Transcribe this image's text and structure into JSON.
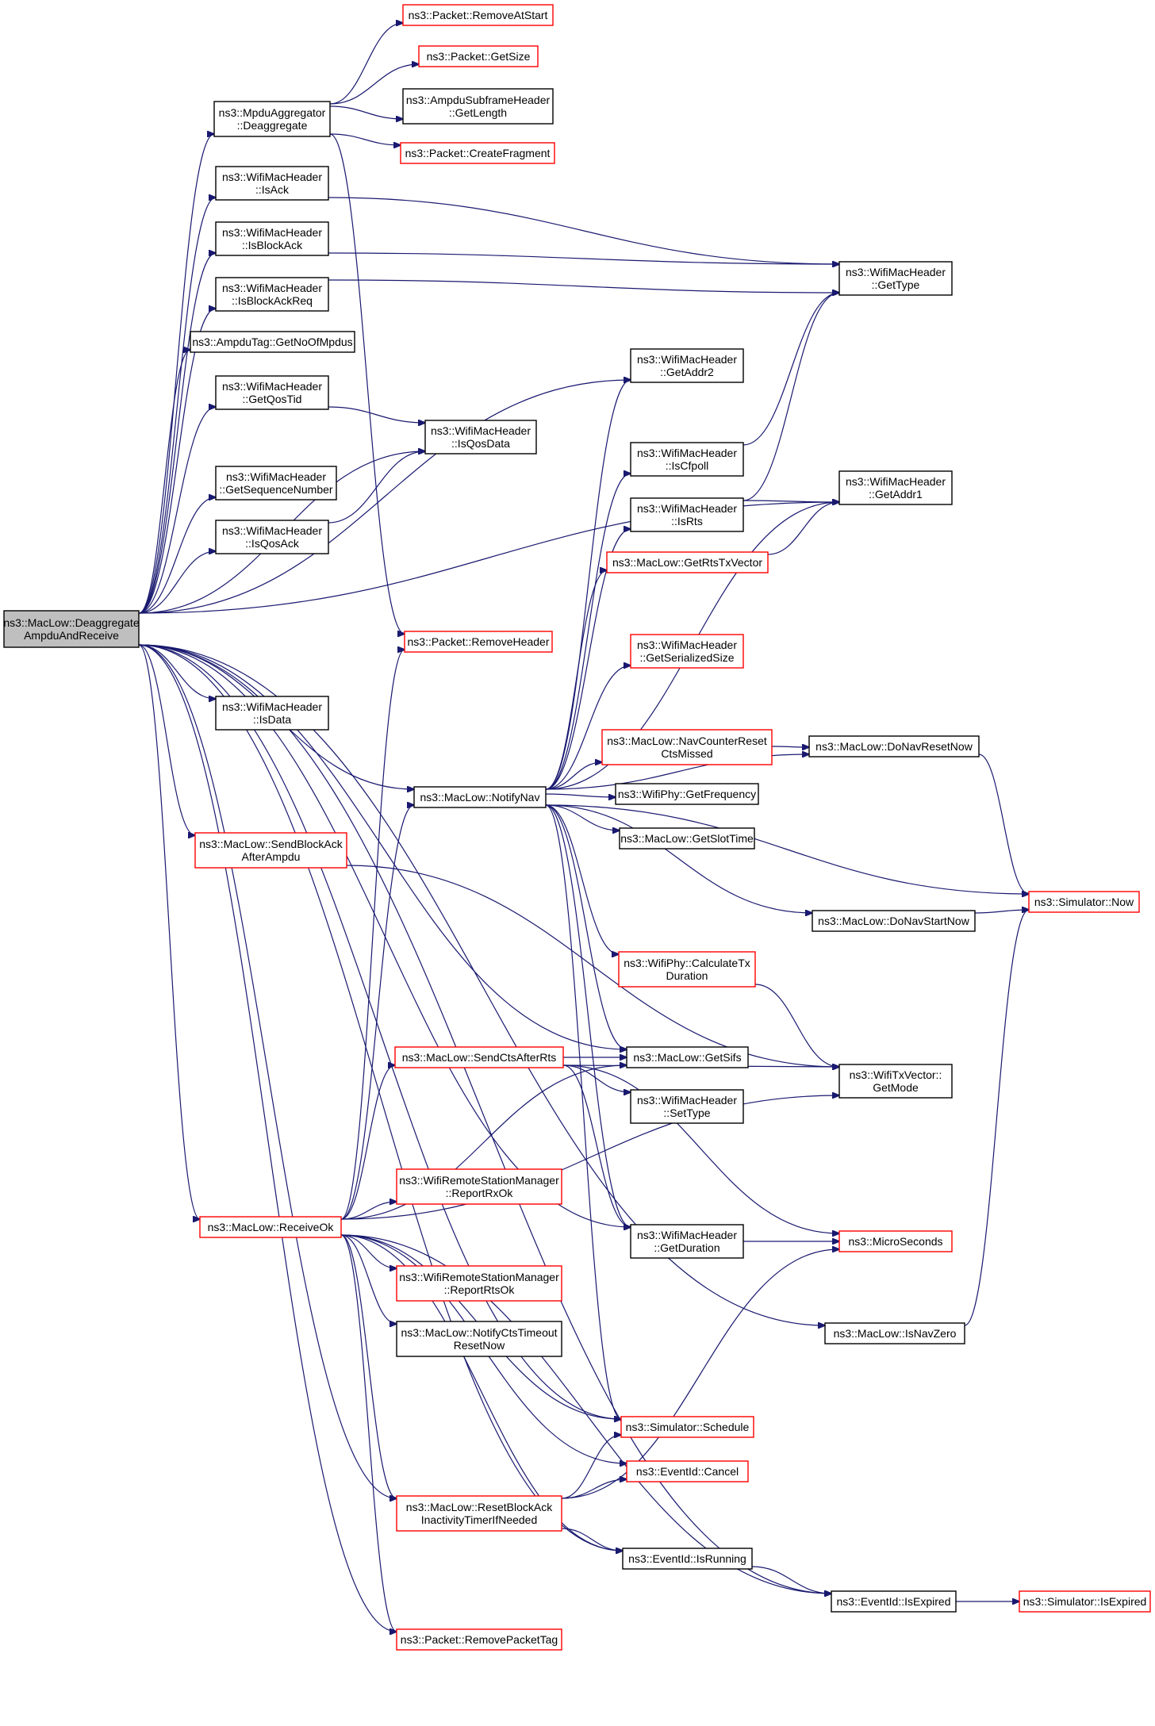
{
  "graph": {
    "colors": {
      "edge": "#191970",
      "node_border": "#000000",
      "node_border_red": "#ff0000",
      "root_fill": "#bfbfbf",
      "node_fill": "#ffffff"
    },
    "nodes": [
      {
        "id": "root",
        "lines": [
          "ns3::MacLow::Deaggregate",
          "AmpduAndReceive"
        ],
        "style": "root"
      },
      {
        "id": "mpduagg",
        "lines": [
          "ns3::MpduAggregator",
          "::Deaggregate"
        ],
        "style": "black"
      },
      {
        "id": "isack",
        "lines": [
          "ns3::WifiMacHeader",
          "::IsAck"
        ],
        "style": "black"
      },
      {
        "id": "isblockack",
        "lines": [
          "ns3::WifiMacHeader",
          "::IsBlockAck"
        ],
        "style": "black"
      },
      {
        "id": "isblockackreq",
        "lines": [
          "ns3::WifiMacHeader",
          "::IsBlockAckReq"
        ],
        "style": "black"
      },
      {
        "id": "getnoofmpdus",
        "lines": [
          "ns3::AmpduTag::GetNoOfMpdus"
        ],
        "style": "black"
      },
      {
        "id": "getqostid",
        "lines": [
          "ns3::WifiMacHeader",
          "::GetQosTid"
        ],
        "style": "black"
      },
      {
        "id": "getseqnum",
        "lines": [
          "ns3::WifiMacHeader",
          "::GetSequenceNumber"
        ],
        "style": "black"
      },
      {
        "id": "isqosack",
        "lines": [
          "ns3::WifiMacHeader",
          "::IsQosAck"
        ],
        "style": "black"
      },
      {
        "id": "isdata",
        "lines": [
          "ns3::WifiMacHeader",
          "::IsData"
        ],
        "style": "black"
      },
      {
        "id": "sendblockack",
        "lines": [
          "ns3::MacLow::SendBlockAck",
          "AfterAmpdu"
        ],
        "style": "red"
      },
      {
        "id": "receiveok",
        "lines": [
          "ns3::MacLow::ReceiveOk"
        ],
        "style": "red"
      },
      {
        "id": "removeatstart",
        "lines": [
          "ns3::Packet::RemoveAtStart"
        ],
        "style": "red"
      },
      {
        "id": "getsize",
        "lines": [
          "ns3::Packet::GetSize"
        ],
        "style": "red"
      },
      {
        "id": "ampdugetlength",
        "lines": [
          "ns3::AmpduSubframeHeader",
          "::GetLength"
        ],
        "style": "black"
      },
      {
        "id": "createfragment",
        "lines": [
          "ns3::Packet::CreateFragment"
        ],
        "style": "red"
      },
      {
        "id": "isqosdata",
        "lines": [
          "ns3::WifiMacHeader",
          "::IsQosData"
        ],
        "style": "black"
      },
      {
        "id": "removeheader",
        "lines": [
          "ns3::Packet::RemoveHeader"
        ],
        "style": "red"
      },
      {
        "id": "notifynav",
        "lines": [
          "ns3::MacLow::NotifyNav"
        ],
        "style": "black"
      },
      {
        "id": "sendctsafterrts",
        "lines": [
          "ns3::MacLow::SendCtsAfterRts"
        ],
        "style": "red"
      },
      {
        "id": "reportrxok",
        "lines": [
          "ns3::WifiRemoteStationManager",
          "::ReportRxOk"
        ],
        "style": "red"
      },
      {
        "id": "reportrtsok",
        "lines": [
          "ns3::WifiRemoteStationManager",
          "::ReportRtsOk"
        ],
        "style": "red"
      },
      {
        "id": "notifyctstimeout",
        "lines": [
          "ns3::MacLow::NotifyCtsTimeout",
          "ResetNow"
        ],
        "style": "black"
      },
      {
        "id": "resetblockack",
        "lines": [
          "ns3::MacLow::ResetBlockAck",
          "InactivityTimerIfNeeded"
        ],
        "style": "red"
      },
      {
        "id": "removepackettag",
        "lines": [
          "ns3::Packet::RemovePacketTag"
        ],
        "style": "red"
      },
      {
        "id": "getaddr2",
        "lines": [
          "ns3::WifiMacHeader",
          "::GetAddr2"
        ],
        "style": "black"
      },
      {
        "id": "iscfpoll",
        "lines": [
          "ns3::WifiMacHeader",
          "::IsCfpoll"
        ],
        "style": "black"
      },
      {
        "id": "isrts",
        "lines": [
          "ns3::WifiMacHeader",
          "::IsRts"
        ],
        "style": "black"
      },
      {
        "id": "getrtstxvector",
        "lines": [
          "ns3::MacLow::GetRtsTxVector"
        ],
        "style": "red"
      },
      {
        "id": "getserializedsize",
        "lines": [
          "ns3::WifiMacHeader",
          "::GetSerializedSize"
        ],
        "style": "red"
      },
      {
        "id": "navcounterreset",
        "lines": [
          "ns3::MacLow::NavCounterReset",
          "CtsMissed"
        ],
        "style": "red"
      },
      {
        "id": "getfrequency",
        "lines": [
          "ns3::WifiPhy::GetFrequency"
        ],
        "style": "black"
      },
      {
        "id": "getslottime",
        "lines": [
          "ns3::MacLow::GetSlotTime"
        ],
        "style": "black"
      },
      {
        "id": "calctxduration",
        "lines": [
          "ns3::WifiPhy::CalculateTx",
          "Duration"
        ],
        "style": "red"
      },
      {
        "id": "getsifs",
        "lines": [
          "ns3::MacLow::GetSifs"
        ],
        "style": "black"
      },
      {
        "id": "settype",
        "lines": [
          "ns3::WifiMacHeader",
          "::SetType"
        ],
        "style": "black"
      },
      {
        "id": "getduration",
        "lines": [
          "ns3::WifiMacHeader",
          "::GetDuration"
        ],
        "style": "black"
      },
      {
        "id": "schedule",
        "lines": [
          "ns3::Simulator::Schedule"
        ],
        "style": "red"
      },
      {
        "id": "cancel",
        "lines": [
          "ns3::EventId::Cancel"
        ],
        "style": "red"
      },
      {
        "id": "isrunning",
        "lines": [
          "ns3::EventId::IsRunning"
        ],
        "style": "black"
      },
      {
        "id": "isexpired",
        "lines": [
          "ns3::EventId::IsExpired"
        ],
        "style": "black"
      },
      {
        "id": "gettype",
        "lines": [
          "ns3::WifiMacHeader",
          "::GetType"
        ],
        "style": "black"
      },
      {
        "id": "getaddr1",
        "lines": [
          "ns3::WifiMacHeader",
          "::GetAddr1"
        ],
        "style": "black"
      },
      {
        "id": "donavresetnow",
        "lines": [
          "ns3::MacLow::DoNavResetNow"
        ],
        "style": "black"
      },
      {
        "id": "donavstartnow",
        "lines": [
          "ns3::MacLow::DoNavStartNow"
        ],
        "style": "black"
      },
      {
        "id": "simnow",
        "lines": [
          "ns3::Simulator::Now"
        ],
        "style": "red"
      },
      {
        "id": "getmode",
        "lines": [
          "ns3::WifiTxVector::",
          "GetMode"
        ],
        "style": "black"
      },
      {
        "id": "microseconds",
        "lines": [
          "ns3::MicroSeconds"
        ],
        "style": "red"
      },
      {
        "id": "isnavzero",
        "lines": [
          "ns3::MacLow::IsNavZero"
        ],
        "style": "black"
      },
      {
        "id": "simisexpired",
        "lines": [
          "ns3::Simulator::IsExpired"
        ],
        "style": "red"
      }
    ],
    "edges": [
      [
        "root",
        "mpduagg"
      ],
      [
        "root",
        "isack"
      ],
      [
        "root",
        "isblockack"
      ],
      [
        "root",
        "isblockackreq"
      ],
      [
        "root",
        "getnoofmpdus"
      ],
      [
        "root",
        "getqostid"
      ],
      [
        "root",
        "isqosdata"
      ],
      [
        "root",
        "getseqnum"
      ],
      [
        "root",
        "isqosack"
      ],
      [
        "root",
        "getaddr1"
      ],
      [
        "root",
        "getaddr2"
      ],
      [
        "root",
        "isdata"
      ],
      [
        "root",
        "notifynav"
      ],
      [
        "root",
        "sendblockack"
      ],
      [
        "root",
        "receiveok"
      ],
      [
        "root",
        "getsifs"
      ],
      [
        "root",
        "getduration"
      ],
      [
        "root",
        "isnavzero"
      ],
      [
        "root",
        "schedule"
      ],
      [
        "root",
        "resetblockack"
      ],
      [
        "root",
        "isrunning"
      ],
      [
        "root",
        "removepackettag"
      ],
      [
        "root",
        "isexpired"
      ],
      [
        "mpduagg",
        "removeatstart"
      ],
      [
        "mpduagg",
        "getsize"
      ],
      [
        "mpduagg",
        "ampdugetlength"
      ],
      [
        "mpduagg",
        "createfragment"
      ],
      [
        "mpduagg",
        "removeheader"
      ],
      [
        "isack",
        "gettype"
      ],
      [
        "isblockack",
        "gettype"
      ],
      [
        "isblockackreq",
        "gettype"
      ],
      [
        "getqostid",
        "isqosdata"
      ],
      [
        "isqosack",
        "isqosdata"
      ],
      [
        "sendblockack",
        "getmode"
      ],
      [
        "receiveok",
        "removeheader"
      ],
      [
        "receiveok",
        "notifynav"
      ],
      [
        "receiveok",
        "sendctsafterrts"
      ],
      [
        "receiveok",
        "getsifs"
      ],
      [
        "receiveok",
        "reportrxok"
      ],
      [
        "receiveok",
        "reportrtsok"
      ],
      [
        "receiveok",
        "notifyctstimeout"
      ],
      [
        "receiveok",
        "resetblockack"
      ],
      [
        "receiveok",
        "schedule"
      ],
      [
        "receiveok",
        "cancel"
      ],
      [
        "receiveok",
        "isrunning"
      ],
      [
        "receiveok",
        "removepackettag"
      ],
      [
        "receiveok",
        "isexpired"
      ],
      [
        "receiveok",
        "getmode"
      ],
      [
        "notifynav",
        "getaddr2"
      ],
      [
        "notifynav",
        "iscfpoll"
      ],
      [
        "notifynav",
        "isrts"
      ],
      [
        "notifynav",
        "getrtstxvector"
      ],
      [
        "notifynav",
        "getserializedsize"
      ],
      [
        "notifynav",
        "navcounterreset"
      ],
      [
        "notifynav",
        "getfrequency"
      ],
      [
        "notifynav",
        "getslottime"
      ],
      [
        "notifynav",
        "donavstartnow"
      ],
      [
        "notifynav",
        "simnow"
      ],
      [
        "notifynav",
        "calctxduration"
      ],
      [
        "notifynav",
        "getsifs"
      ],
      [
        "notifynav",
        "getduration"
      ],
      [
        "notifynav",
        "schedule"
      ],
      [
        "notifynav",
        "donavresetnow"
      ],
      [
        "notifynav",
        "getaddr1"
      ],
      [
        "sendctsafterrts",
        "getsifs"
      ],
      [
        "sendctsafterrts",
        "settype"
      ],
      [
        "sendctsafterrts",
        "getmode"
      ],
      [
        "sendctsafterrts",
        "microseconds"
      ],
      [
        "sendctsafterrts",
        "getduration"
      ],
      [
        "resetblockack",
        "schedule"
      ],
      [
        "resetblockack",
        "cancel"
      ],
      [
        "resetblockack",
        "isrunning"
      ],
      [
        "resetblockack",
        "microseconds"
      ],
      [
        "iscfpoll",
        "gettype"
      ],
      [
        "isrts",
        "gettype"
      ],
      [
        "isrts",
        "getaddr1"
      ],
      [
        "getrtstxvector",
        "getaddr1"
      ],
      [
        "navcounterreset",
        "donavresetnow"
      ],
      [
        "donavresetnow",
        "simnow"
      ],
      [
        "donavstartnow",
        "simnow"
      ],
      [
        "calctxduration",
        "getmode"
      ],
      [
        "getduration",
        "microseconds"
      ],
      [
        "isnavzero",
        "simnow"
      ],
      [
        "isrunning",
        "isexpired"
      ],
      [
        "isexpired",
        "simisexpired"
      ]
    ]
  }
}
